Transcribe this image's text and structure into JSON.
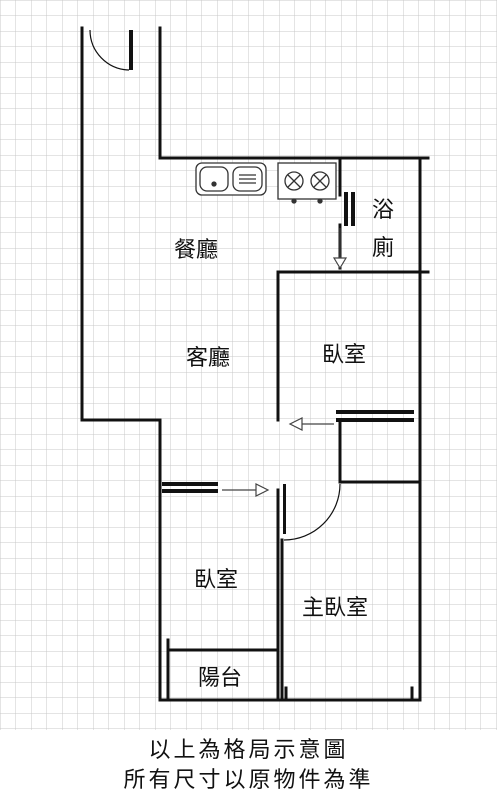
{
  "rooms": {
    "dining": "餐廳",
    "living": "客廳",
    "bath_top": "浴",
    "bath_bottom": "廁",
    "bedroom_right": "臥室",
    "bedroom_left": "臥室",
    "master_bedroom": "主臥室",
    "balcony": "陽台"
  },
  "notes": {
    "line1": "以上為格局示意圖",
    "line2": "所有尺寸以原物件為準"
  }
}
